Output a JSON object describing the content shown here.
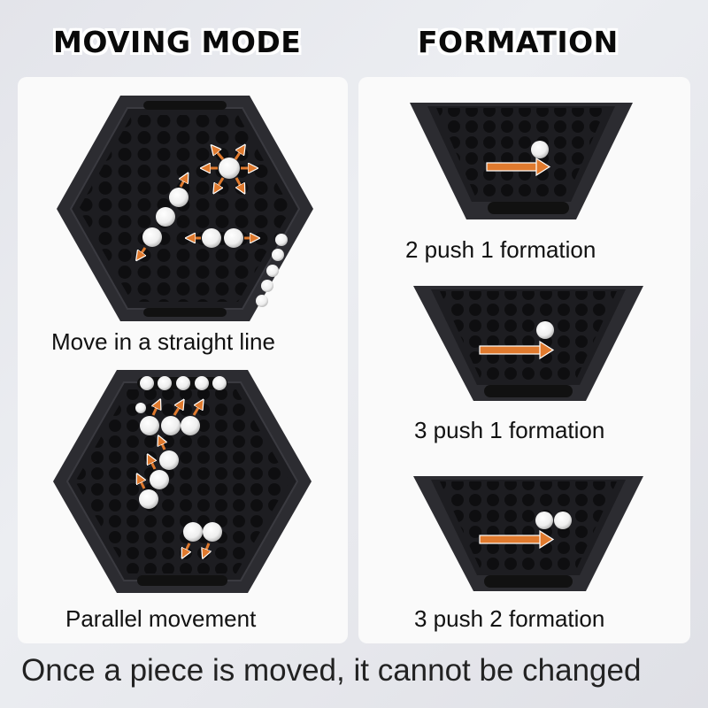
{
  "headings": {
    "left": "MOVING MODE",
    "right": "FORMATION"
  },
  "moving_mode": {
    "items": [
      {
        "caption": "Move in a straight line",
        "illustration": "hex-board-straight-line"
      },
      {
        "caption": "Parallel movement",
        "illustration": "hex-board-parallel"
      }
    ]
  },
  "formation": {
    "items": [
      {
        "caption": "2 push 1 formation",
        "illustration": "board-2-push-1"
      },
      {
        "caption": "3 push 1 formation",
        "illustration": "board-3-push-1"
      },
      {
        "caption": "3 push 2 formation",
        "illustration": "board-3-push-2"
      }
    ]
  },
  "footer": "Once a piece is moved, it cannot be changed",
  "colors": {
    "board": "#2a2a2e",
    "arrow": "#e07a2e",
    "marble": "#f4f4f4"
  }
}
